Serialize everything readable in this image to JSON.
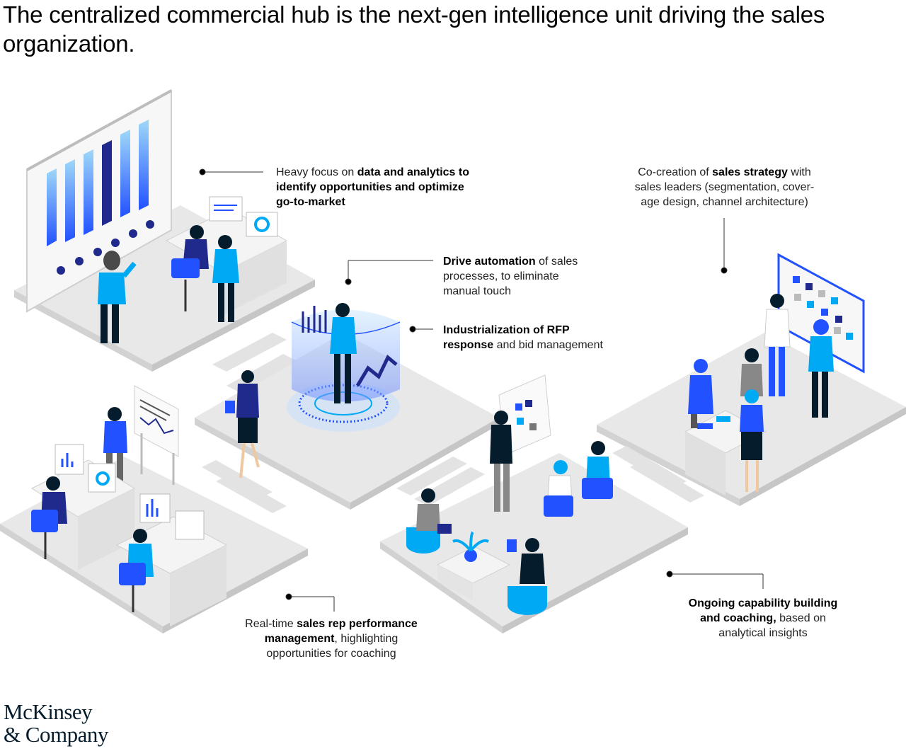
{
  "title": "The centralized commercial hub is the next-gen intelligence unit driving the sales organization.",
  "callouts": {
    "data": {
      "pre": "Heavy focus on ",
      "bold": "data and analytics to identify opportunities and optimize go-to-market",
      "post": ""
    },
    "strategy": {
      "pre": "Co-creation of ",
      "bold": "sales strategy",
      "post": " with sales leaders (segmentation, cover-age design, channel architecture)"
    },
    "automation": {
      "pre": "",
      "bold": "Drive automation",
      "post": " of sales processes, to eliminate manual touch"
    },
    "rfp": {
      "pre": "",
      "bold": "Industrialization of RFP response",
      "post": " and bid management"
    },
    "performance": {
      "pre": "Real-time ",
      "bold": "sales rep performance management",
      "post": ", highlighting opportunities for coaching"
    },
    "coaching": {
      "pre": "",
      "bold": "Ongoing capability building and coaching,",
      "post": " based on analytical insights"
    }
  },
  "logo": {
    "line1": "McKinsey",
    "line2": "& Company"
  },
  "colors": {
    "dark_blue": "#1f2a8c",
    "blue": "#2251ff",
    "light_blue": "#00a9f4",
    "pale_blue": "#8fd3f7",
    "floor": "#e6e6e6",
    "navy": "#051c2c"
  }
}
